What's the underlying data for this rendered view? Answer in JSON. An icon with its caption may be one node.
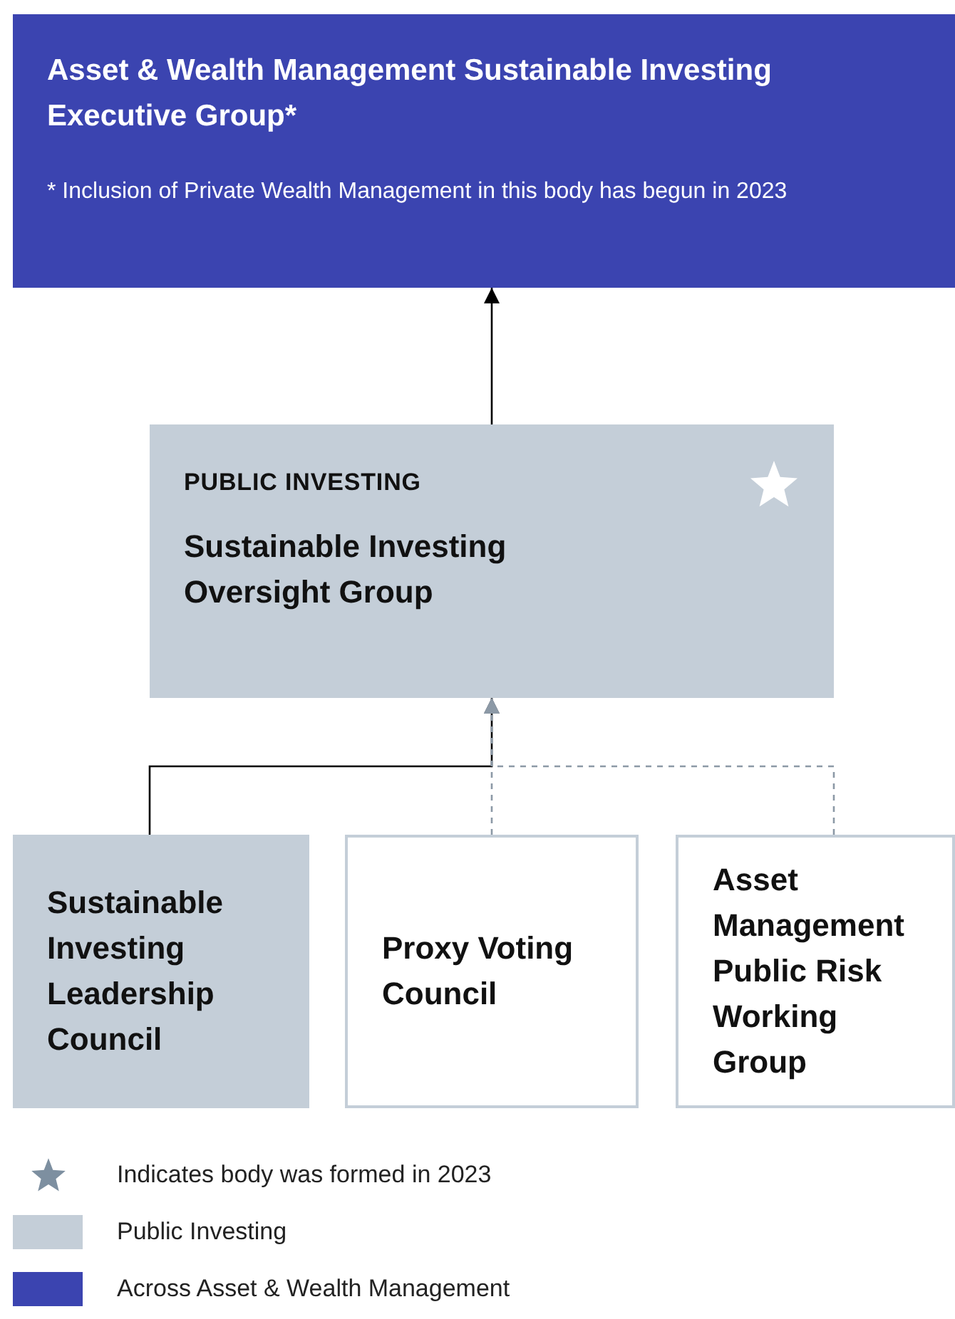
{
  "diagram": {
    "nodes": [
      {
        "text": [
          "Asset & Wealth Management Sustainable Investing Executive Group*",
          "* Inclusion of Private Wealth Management in this body has begun in 2023"
        ]
      },
      {
        "text": [
          "PUBLIC INVESTING",
          "Sustainable Investing Oversight Group"
        ]
      },
      {
        "text": [
          "Sustainable Investing Leadership Council"
        ]
      },
      {
        "text": [
          "Proxy Voting Council"
        ]
      },
      {
        "text": [
          "Asset Management Public Risk Working Group"
        ]
      }
    ],
    "edges": [
      {
        "from": 1,
        "to": 0,
        "arrow": "to"
      },
      {
        "from": 2,
        "to": 1,
        "arrow": "to"
      },
      {
        "from": 3,
        "to": 1,
        "arrow": "to",
        "style": "dashed",
        "color": "#8c99a6"
      },
      {
        "from": 4,
        "to": 1,
        "arrow": "to",
        "style": "dashed",
        "color": "#8c99a6"
      }
    ],
    "legend": [
      {
        "text": "Indicates body was formed in 2023"
      },
      {
        "text": "Public Investing",
        "color": "#c4ced8"
      },
      {
        "text": "Across Asset & Wealth Management",
        "color": "#3b44b0"
      }
    ]
  }
}
